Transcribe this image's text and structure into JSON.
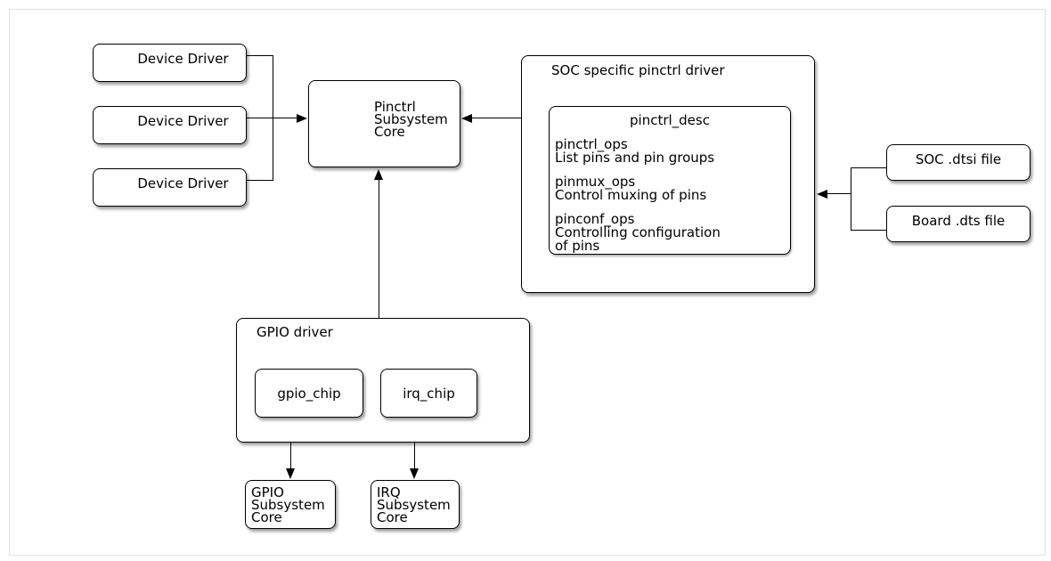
{
  "diagram": {
    "device_drivers": [
      {
        "label": "Device Driver"
      },
      {
        "label": "Device Driver"
      },
      {
        "label": "Device Driver"
      }
    ],
    "pinctrl_core": {
      "label": "Pinctrl\nSubsystem\nCore"
    },
    "soc_driver": {
      "title": "SOC specific pinctrl driver",
      "pinctrl_desc": {
        "title": "pinctrl_desc",
        "entries": [
          {
            "name": "pinctrl_ops",
            "desc": "List pins and pin groups"
          },
          {
            "name": "pinmux_ops",
            "desc": "Control muxing of pins"
          },
          {
            "name": "pinconf_ops",
            "desc": "Controlling configuration\nof pins"
          }
        ]
      }
    },
    "device_tree_files": [
      {
        "label": "SOC .dtsi file"
      },
      {
        "label": "Board .dts file"
      }
    ],
    "gpio_driver": {
      "title": "GPIO driver",
      "gpio_chip": {
        "label": "gpio_chip"
      },
      "irq_chip": {
        "label": "irq_chip"
      }
    },
    "gpio_core": {
      "label": "GPIO\nSubsystem\nCore"
    },
    "irq_core": {
      "label": "IRQ\nSubsystem\nCore"
    },
    "colors": {
      "line": "#000000",
      "box_background": "#ffffff",
      "frame": "#e2e2e2"
    }
  }
}
